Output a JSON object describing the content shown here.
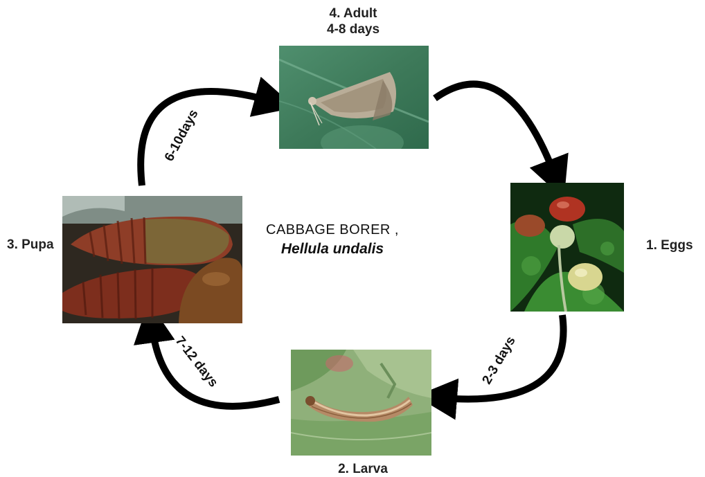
{
  "title": {
    "common_name": "CABBAGE BORER ,",
    "scientific_name": "Hellula undalis"
  },
  "stages": {
    "adult": {
      "label": "4. Adult",
      "duration": "4-8 days"
    },
    "eggs": {
      "label": "1. Eggs"
    },
    "larva": {
      "label": "2. Larva"
    },
    "pupa": {
      "label": "3. Pupa"
    }
  },
  "transitions": {
    "eggs_to_larva": "2-3 days",
    "larva_to_pupa": "7-12 days",
    "pupa_to_adult": "6-10days"
  },
  "colors": {
    "arrow": "#000000",
    "background": "#ffffff",
    "text": "#1a1a1a"
  }
}
